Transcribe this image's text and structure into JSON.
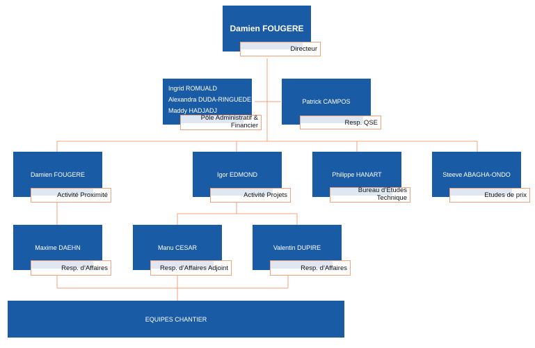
{
  "director": {
    "name": "Damien FOUGERE",
    "role": "Directeur"
  },
  "admin": {
    "names": [
      "Ingrid ROMUALD",
      "Alexandra DUDA-RINGUEDE",
      "Maddy HADJADJ"
    ],
    "role_line1": "Pôle Administratif &",
    "role_line2": "Financier"
  },
  "qse": {
    "name": "Patrick CAMPOS",
    "role": "Resp. QSE"
  },
  "level2": [
    {
      "name": "Damien FOUGERE",
      "role_line1": "Activité Proximité",
      "role_line2": ""
    },
    {
      "name": "Igor EDMOND",
      "role_line1": "Activité Projets",
      "role_line2": ""
    },
    {
      "name": "Philippe HANART",
      "role_line1": "Bureau d’Etudes",
      "role_line2": "Technique"
    },
    {
      "name": "Steeve ABAGHA-ONDO",
      "role_line1": "Etudes de prix",
      "role_line2": ""
    }
  ],
  "level3": [
    {
      "name": "Maxime DAEHN",
      "role": "Resp. d’Affaires"
    },
    {
      "name": "Manu CESAR",
      "role": "Resp. d’Affaires Adjoint"
    },
    {
      "name": "Valentin DUPIRE",
      "role": "Resp. d’Affaires"
    }
  ],
  "bottom": {
    "label": "EQUIPES CHANTIER"
  },
  "colors": {
    "box": "#1a5ba6",
    "connector": "#f0a27a",
    "tint": "#dfe7f2"
  }
}
